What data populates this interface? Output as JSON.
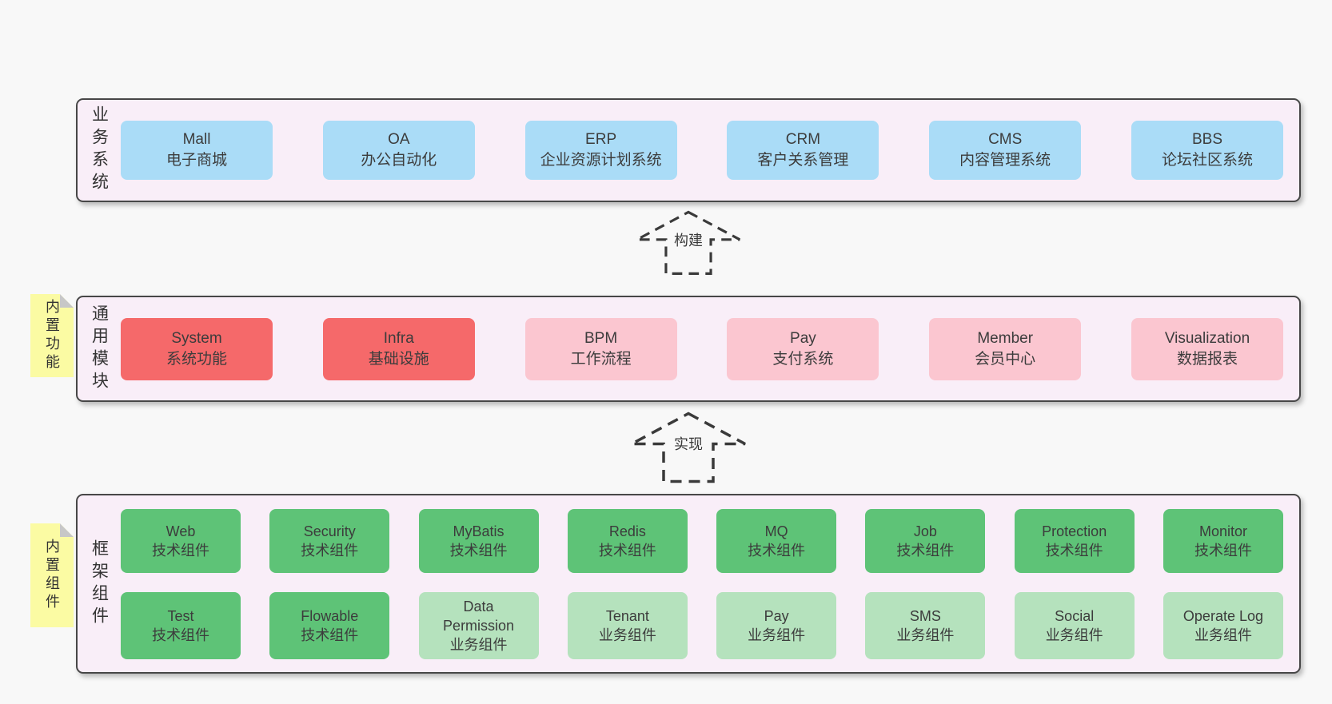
{
  "palette": {
    "page_bg": "#f8f8f8",
    "panel_bg": "#f9eef8",
    "panel_border": "#474747",
    "blue": "#aadcf7",
    "red": "#f5696a",
    "pink": "#fbc6d0",
    "green": "#5ec377",
    "green_light": "#b5e2bd",
    "sticky_yellow": "#fbfba3",
    "fold_gray": "#c7c7c7",
    "text": "#3a3a3a"
  },
  "arrows": [
    {
      "label": "构建"
    },
    {
      "label": "实现"
    }
  ],
  "sections": {
    "business": {
      "label": "业务系统",
      "items": [
        {
          "name": "Mall",
          "desc": "电子商城",
          "variant": "blue"
        },
        {
          "name": "OA",
          "desc": "办公自动化",
          "variant": "blue"
        },
        {
          "name": "ERP",
          "desc": "企业资源计划系统",
          "variant": "blue"
        },
        {
          "name": "CRM",
          "desc": "客户关系管理",
          "variant": "blue"
        },
        {
          "name": "CMS",
          "desc": "内容管理系统",
          "variant": "blue"
        },
        {
          "name": "BBS",
          "desc": "论坛社区系统",
          "variant": "blue"
        }
      ]
    },
    "modules": {
      "label": "通用模块",
      "sticky": "内置功能",
      "items": [
        {
          "name": "System",
          "desc": "系统功能",
          "variant": "red"
        },
        {
          "name": "Infra",
          "desc": "基础设施",
          "variant": "red"
        },
        {
          "name": "BPM",
          "desc": "工作流程",
          "variant": "pink"
        },
        {
          "name": "Pay",
          "desc": "支付系统",
          "variant": "pink"
        },
        {
          "name": "Member",
          "desc": "会员中心",
          "variant": "pink"
        },
        {
          "name": "Visualization",
          "desc": "数据报表",
          "variant": "pink"
        }
      ]
    },
    "components": {
      "label": "框架组件",
      "sticky": "内置组件",
      "rows": [
        [
          {
            "name": "Web",
            "desc": "技术组件",
            "variant": "green"
          },
          {
            "name": "Security",
            "desc": "技术组件",
            "variant": "green"
          },
          {
            "name": "MyBatis",
            "desc": "技术组件",
            "variant": "green"
          },
          {
            "name": "Redis",
            "desc": "技术组件",
            "variant": "green"
          },
          {
            "name": "MQ",
            "desc": "技术组件",
            "variant": "green"
          },
          {
            "name": "Job",
            "desc": "技术组件",
            "variant": "green"
          },
          {
            "name": "Protection",
            "desc": "技术组件",
            "variant": "green"
          },
          {
            "name": "Monitor",
            "desc": "技术组件",
            "variant": "green"
          }
        ],
        [
          {
            "name": "Test",
            "desc": "技术组件",
            "variant": "green"
          },
          {
            "name": "Flowable",
            "desc": "技术组件",
            "variant": "green"
          },
          {
            "name": "Data Permission",
            "desc": "业务组件",
            "variant": "green-light"
          },
          {
            "name": "Tenant",
            "desc": "业务组件",
            "variant": "green-light"
          },
          {
            "name": "Pay",
            "desc": "业务组件",
            "variant": "green-light"
          },
          {
            "name": "SMS",
            "desc": "业务组件",
            "variant": "green-light"
          },
          {
            "name": "Social",
            "desc": "业务组件",
            "variant": "green-light"
          },
          {
            "name": "Operate Log",
            "desc": "业务组件",
            "variant": "green-light"
          }
        ]
      ]
    }
  }
}
